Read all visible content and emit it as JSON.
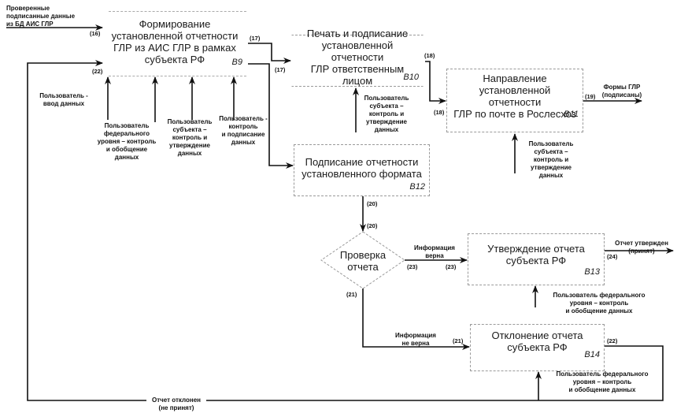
{
  "diagram": {
    "type": "IDEF0-style process flow",
    "blocks": [
      {
        "id": "B9",
        "title": "Формирование\nустановленной отчетности\nГЛР из АИС ГЛР в рамках\nсубъекта РФ",
        "code": "B9"
      },
      {
        "id": "B10",
        "title": "Печать и подписание\nустановленной отчетности\nГЛР ответственным лицом",
        "code": "B10"
      },
      {
        "id": "B11",
        "title": "Направление\nустановленной отчетности\nГЛР по почте в Рослесхоз",
        "code": "B11"
      },
      {
        "id": "B12",
        "title": "Подписание отчетности\nустановленного формата",
        "code": "B12"
      },
      {
        "id": "B13",
        "title": "Утверждение отчета\nсубъекта РФ",
        "code": "B13"
      },
      {
        "id": "B14",
        "title": "Отклонение отчета\nсубъекта РФ",
        "code": "B14"
      }
    ],
    "decision": {
      "title": "Проверка\nотчета"
    },
    "input_label": "Проверенные\nподписанные данные\nиз БД АИС ГЛР",
    "mechanisms_b9": [
      "Пользователь -\nввод данных",
      "Пользователь\nфедерального\nуровня – контроль\nи обобщение\nданных",
      "Пользователь\nсубъекта –\nконтроль и\nутверждение\nданных",
      "Пользователь -\nконтроль\nи подписание\nданных"
    ],
    "mechanism_b10": "Пользователь\nсубъекта –\nконтроль и\nутверждение\nданных",
    "mechanism_b11": "Пользователь\nсубъекта –\nконтроль и\nутверждение\nданных",
    "mechanism_b13": "Пользователь федерального\nуровня – контроль\nи обобщение данных",
    "mechanism_b14": "Пользователь федерального\nуровня – контроль\nи обобщение данных",
    "output_b11": "Формы ГЛР\n(подписаны)",
    "output_b13": "Отчет утвержден\n(принят)",
    "branch_true": "Информация\nверна",
    "branch_false": "Информация\nне верна",
    "rejected_feedback": "Отчет отклонен\n(не принят)",
    "arrow_numbers": {
      "n16": "(16)",
      "n17a": "(17)",
      "n17b": "(17)",
      "n18a": "(18)",
      "n18b": "(18)",
      "n19": "(19)",
      "n20a": "(20)",
      "n20b": "(20)",
      "n21a": "(21)",
      "n21b": "(21)",
      "n22a": "(22)",
      "n22b": "(22)",
      "n23a": "(23)",
      "n23b": "(23)",
      "n24": "(24)"
    }
  }
}
